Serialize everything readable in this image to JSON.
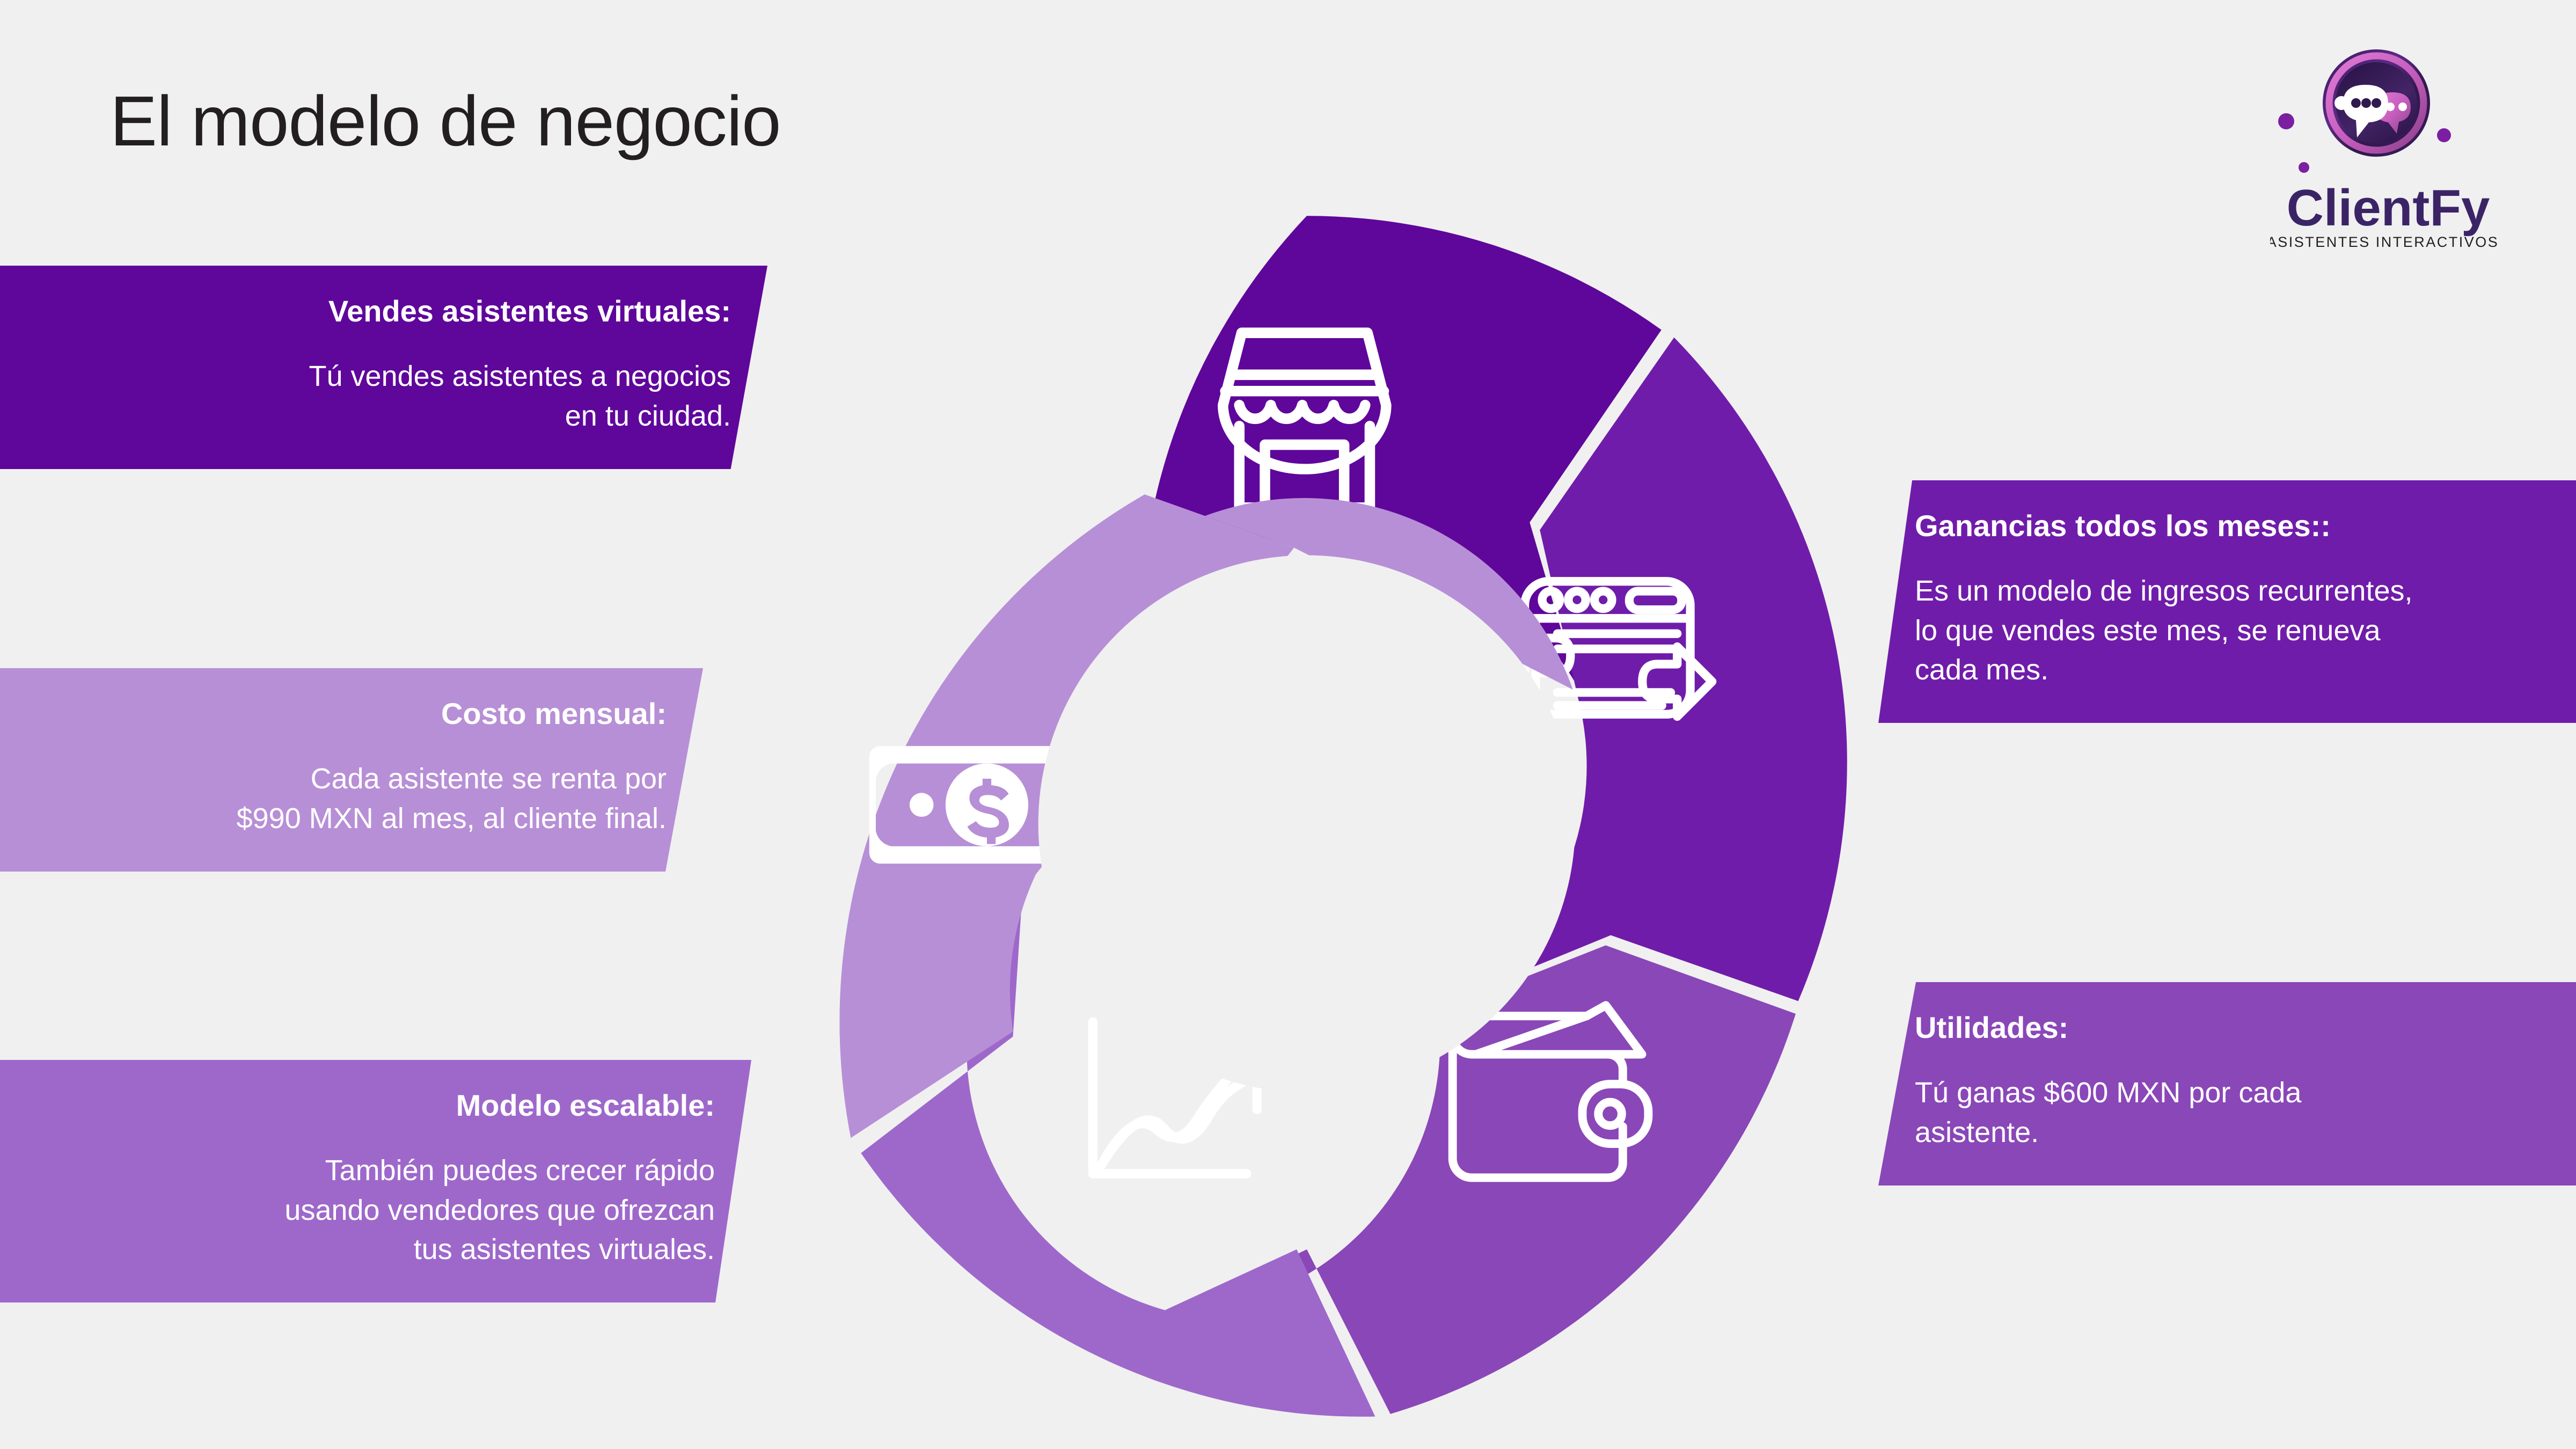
{
  "page": {
    "title": "El modelo de negocio",
    "background_color": "#f0f0f0"
  },
  "logo": {
    "brand": "ClientFy",
    "tagline": "ASISTENTES INTERACTIVOS",
    "icon": "chat-bubbles-badge-icon",
    "brand_color": "#3b2466",
    "accent_color": "#d368c8",
    "dot_color": "#7b1fa2"
  },
  "wheel": {
    "center_color": "#f0f0f0",
    "segments": [
      {
        "id": "vendes",
        "icon": "storefront-icon",
        "color": "#5f069b",
        "position": "top"
      },
      {
        "id": "ganancias",
        "icon": "recurring-browser-icon",
        "color": "#701caa",
        "position": "right"
      },
      {
        "id": "utilidades",
        "icon": "wallet-icon",
        "color": "#8a47b8",
        "position": "bottom-right"
      },
      {
        "id": "modelo",
        "icon": "growth-chart-icon",
        "color": "#9e68cb",
        "position": "bottom-left"
      },
      {
        "id": "costo",
        "icon": "banknote-dollar-icon",
        "color": "#b78fd6",
        "position": "left"
      }
    ]
  },
  "cards": {
    "vendes": {
      "title": "Vendes asistentes virtuales:",
      "body": "Tú vendes asistentes a negocios\nen tu ciudad.",
      "color": "#5f069b"
    },
    "costo": {
      "title": "Costo mensual:",
      "body": "Cada asistente se renta por\n$990 MXN al mes, al cliente final.",
      "color": "#b78fd6"
    },
    "modelo": {
      "title": "Modelo escalable:",
      "body": "También puedes crecer rápido\nusando vendedores que ofrezcan\ntus asistentes virtuales.",
      "color": "#9e68cb"
    },
    "ganancias": {
      "title": "Ganancias todos los meses::",
      "body": "Es un modelo de ingresos recurrentes,\nlo que vendes este mes, se renueva\ncada mes.",
      "color": "#701caa"
    },
    "utilidades": {
      "title": "Utilidades:",
      "body": "Tú ganas $600 MXN por cada\nasistente.",
      "color": "#8a47b8"
    }
  },
  "chart_data": {
    "type": "pie",
    "title": "El modelo de negocio",
    "subtitle": "",
    "legend_position": "sides",
    "categories": [
      "Vendes asistentes virtuales",
      "Ganancias todos los meses",
      "Utilidades",
      "Modelo escalable",
      "Costo mensual"
    ],
    "values": [
      20,
      20,
      20,
      20,
      20
    ],
    "colors": [
      "#5f069b",
      "#701caa",
      "#8a47b8",
      "#9e68cb",
      "#b78fd6"
    ],
    "annotations": [
      "Tú vendes asistentes a negocios en tu ciudad.",
      "Es un modelo de ingresos recurrentes, lo que vendes este mes, se renueva cada mes.",
      "Tú ganas $600 MXN por cada asistente.",
      "También puedes crecer rápido usando vendedores que ofrezcan tus asistentes virtuales.",
      "Cada asistente se renta por $990 MXN al mes, al cliente final."
    ],
    "xlabel": "",
    "ylabel": "",
    "grid": false
  }
}
